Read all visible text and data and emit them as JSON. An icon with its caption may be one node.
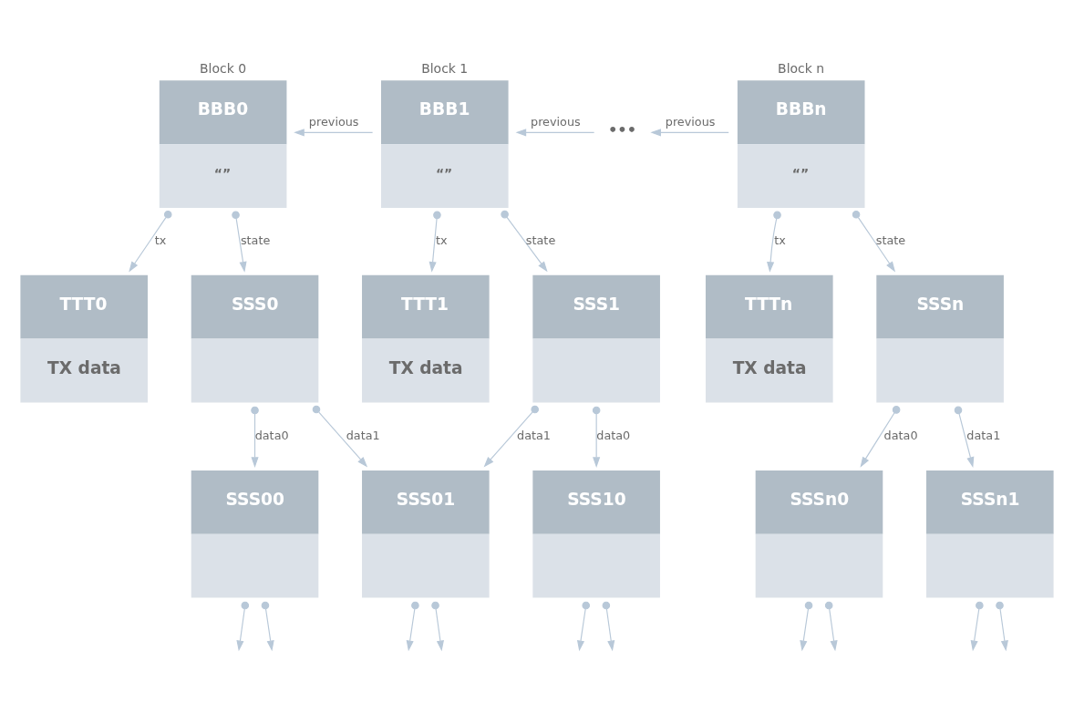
{
  "diagram": {
    "nodes": [
      {
        "text": [
          "Block 0",
          "BBB0",
          "“”"
        ]
      },
      {
        "text": [
          "Block 1",
          "BBB1",
          "“”"
        ]
      },
      {
        "text": [
          "•••"
        ]
      },
      {
        "text": [
          "Block n",
          "BBBn",
          "“”"
        ]
      },
      {
        "text": [
          "TTT0",
          "TX data"
        ]
      },
      {
        "text": [
          "SSS0"
        ]
      },
      {
        "text": [
          "TTT1",
          "TX data"
        ]
      },
      {
        "text": [
          "SSS1"
        ]
      },
      {
        "text": [
          "TTTn",
          "TX data"
        ]
      },
      {
        "text": [
          "SSSn"
        ]
      },
      {
        "text": [
          "SSS00"
        ]
      },
      {
        "text": [
          "SSS01"
        ]
      },
      {
        "text": [
          "SSS10"
        ]
      },
      {
        "text": [
          "SSSn0"
        ]
      },
      {
        "text": [
          "SSSn1"
        ]
      }
    ],
    "edges": [
      {
        "from": 1,
        "to": 0,
        "arrow": "to",
        "label": "previous"
      },
      {
        "from": 2,
        "to": 1,
        "arrow": "to",
        "label": "previous"
      },
      {
        "from": 3,
        "to": 2,
        "arrow": "to",
        "label": "previous"
      },
      {
        "from": 0,
        "to": 4,
        "arrow": "to",
        "label": "tx"
      },
      {
        "from": 0,
        "to": 5,
        "arrow": "to",
        "label": "state"
      },
      {
        "from": 1,
        "to": 6,
        "arrow": "to",
        "label": "tx"
      },
      {
        "from": 1,
        "to": 7,
        "arrow": "to",
        "label": "state"
      },
      {
        "from": 3,
        "to": 8,
        "arrow": "to",
        "label": "tx"
      },
      {
        "from": 3,
        "to": 9,
        "arrow": "to",
        "label": "state"
      },
      {
        "from": 5,
        "to": 10,
        "arrow": "to",
        "label": "data0"
      },
      {
        "from": 5,
        "to": 11,
        "arrow": "to",
        "label": "data1"
      },
      {
        "from": 7,
        "to": 11,
        "arrow": "to",
        "label": "data1"
      },
      {
        "from": 7,
        "to": 12,
        "arrow": "to",
        "label": "data0"
      },
      {
        "from": 9,
        "to": 13,
        "arrow": "to",
        "label": "data0"
      },
      {
        "from": 9,
        "to": 14,
        "arrow": "to",
        "label": "data1"
      },
      {
        "from": 10,
        "to": null,
        "arrow": "to"
      },
      {
        "from": 10,
        "to": null,
        "arrow": "to"
      },
      {
        "from": 11,
        "to": null,
        "arrow": "to"
      },
      {
        "from": 11,
        "to": null,
        "arrow": "to"
      },
      {
        "from": 12,
        "to": null,
        "arrow": "to"
      },
      {
        "from": 12,
        "to": null,
        "arrow": "to"
      },
      {
        "from": 13,
        "to": null,
        "arrow": "to"
      },
      {
        "from": 13,
        "to": null,
        "arrow": "to"
      },
      {
        "from": 14,
        "to": null,
        "arrow": "to"
      },
      {
        "from": 14,
        "to": null,
        "arrow": "to"
      }
    ]
  }
}
